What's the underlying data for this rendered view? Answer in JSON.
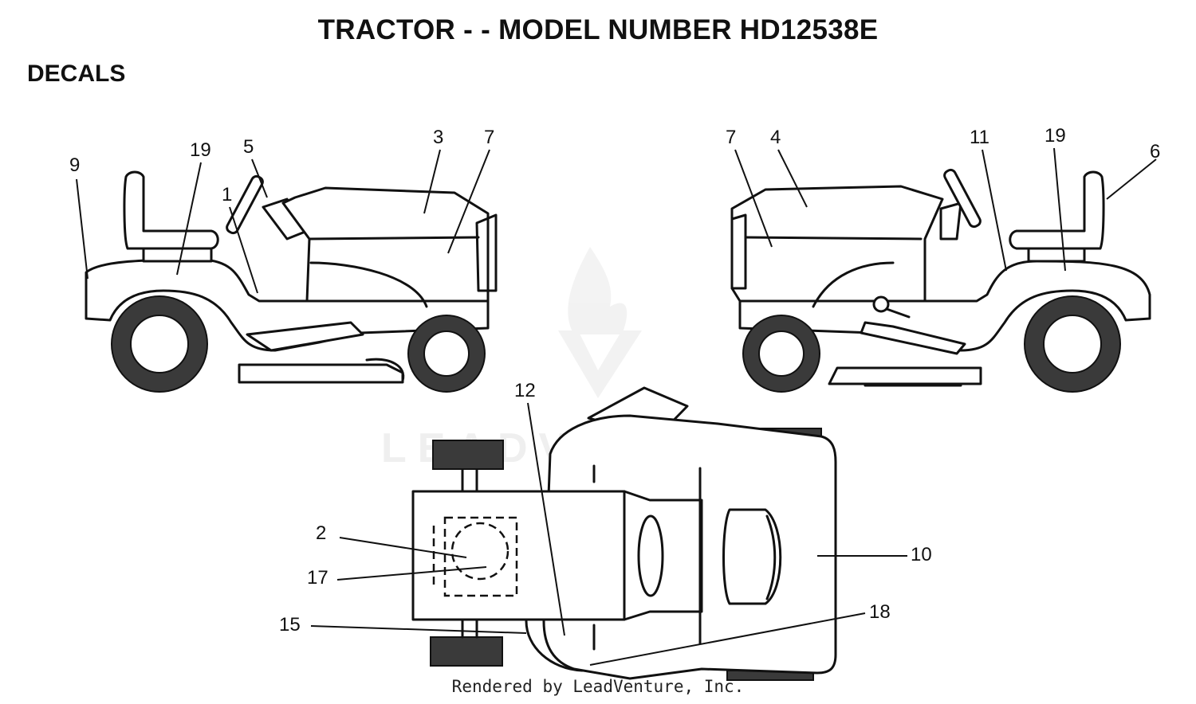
{
  "title": "TRACTOR - - MODEL NUMBER HD12538E",
  "section": "DECALS",
  "footer": "Rendered by LeadVenture, Inc.",
  "watermark": "LEADVENTURE",
  "callouts": {
    "left_view": [
      "9",
      "19",
      "5",
      "1",
      "3",
      "7"
    ],
    "right_view": [
      "7",
      "4",
      "11",
      "19",
      "6"
    ],
    "top_view": [
      "12",
      "2",
      "17",
      "15",
      "10",
      "18"
    ]
  },
  "colors": {
    "ink": "#111111",
    "tire": "#3a3a3a",
    "watermark": "#efefef"
  }
}
